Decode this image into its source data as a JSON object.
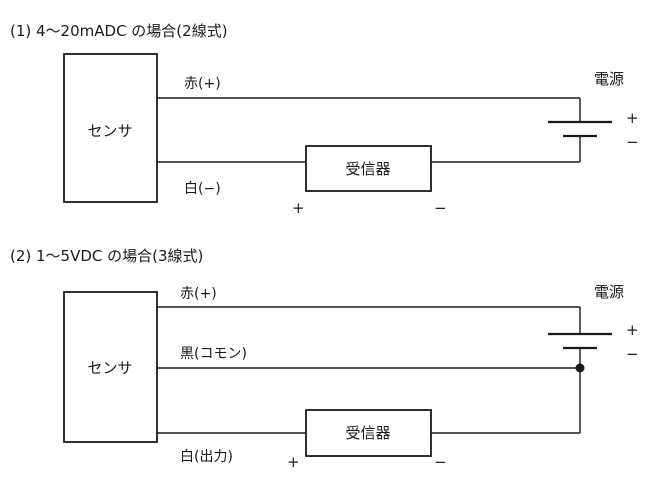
{
  "diagram1": {
    "title": "(1) 4～20mADC の場合(2線式)",
    "sensor_label": "センサ",
    "power_label": "電源",
    "wire_red": "赤(+)",
    "wire_white": "白(−)",
    "receiver_label": "受信器",
    "power_plus": "+",
    "power_minus": "−",
    "receiver_plus": "+",
    "receiver_minus": "−"
  },
  "diagram2": {
    "title": "(2) 1～5VDC の場合(3線式)",
    "sensor_label": "センサ",
    "power_label": "電源",
    "wire_red": "赤(+)",
    "wire_black": "黒(コモン)",
    "wire_white": "白(出力)",
    "receiver_label": "受信器",
    "power_plus": "+",
    "power_minus": "−",
    "receiver_plus": "+",
    "receiver_minus": "−"
  }
}
